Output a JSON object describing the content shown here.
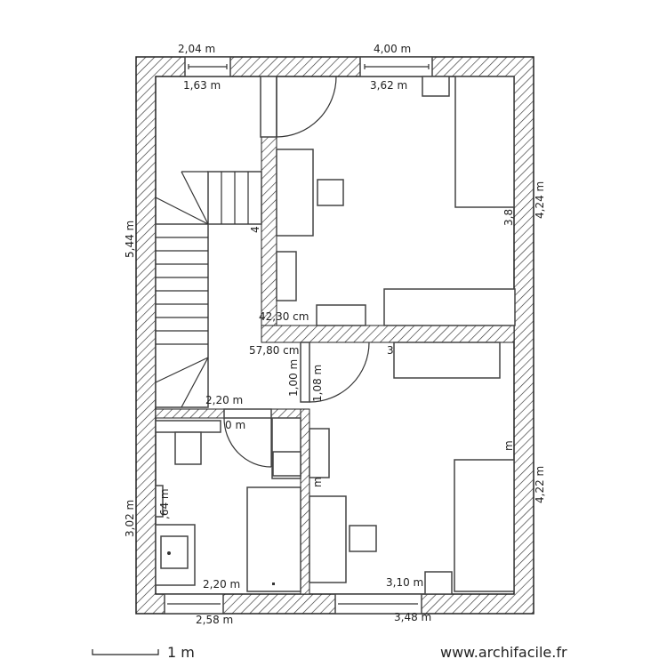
{
  "plan": {
    "dimensions": {
      "top_left_window": "2,04 m",
      "top_right_window": "4,00 m",
      "hall_width": "1,63 m",
      "bedroom1_width": "3,62 m",
      "left_height": "5,44 m",
      "right_top_height": "4,24 m",
      "right_bottom_height": "4,22 m",
      "bathroom_height": "3,02 m",
      "bottom_left": "2,58 m",
      "bottom_right": "3,48 m",
      "bathroom_width_top": "2,20 m",
      "bathroom_width_bottom": "2,20 m",
      "bedroom2_width": "3,10 m",
      "wall_1": "42,30 cm",
      "wall_2": "57,80 cm",
      "door_1": "1,00 m",
      "door_2": "1,08 m",
      "bath_door": "0 m",
      "small_1": ",64 m",
      "frag_4": "4",
      "frag_38": "3,8",
      "frag_3": "3",
      "frag_m1": "m",
      "frag_m2": "m"
    },
    "scale_label": "1 m",
    "watermark": "www.archifacile.fr"
  },
  "colors": {
    "wall_hatch": "#333333",
    "line": "#444444"
  }
}
